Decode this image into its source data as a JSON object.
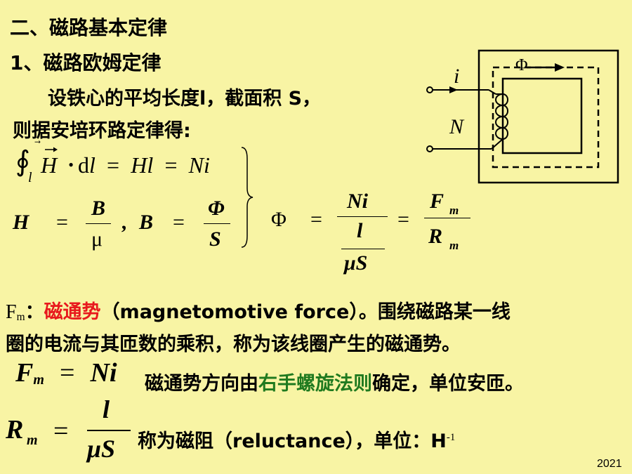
{
  "slide": {
    "section_title": "二、磁路基本定律",
    "subsection_title": "1、磁路欧姆定律",
    "intro_line1": "设铁心的平均长度l，截面积 S，",
    "intro_line2": "则据安培环路定律得:",
    "eq1": {
      "integral_sign": "∮",
      "integral_sub": "l",
      "vec_H": "H",
      "dot": "•",
      "d": "d",
      "l": "l",
      "eq": "=",
      "Hl": "Hl",
      "Ni": "Ni"
    },
    "eq2": {
      "H": "H",
      "eq": "=",
      "B_num": "B",
      "mu_den": "μ",
      "comma": ",",
      "B": "B",
      "Phi_num": "Φ",
      "S_den": "S"
    },
    "eq3": {
      "Phi": "Φ",
      "eq": "=",
      "Ni": "Ni",
      "l": "l",
      "muS": "μS",
      "F": "F",
      "m1": "m",
      "R": "R",
      "m2": "m"
    },
    "fm_def": {
      "label_F": "F",
      "label_sub": "m",
      "colon": "：",
      "term": "磁通势",
      "english": "（magnetomotive  force）。围绕磁路某一线",
      "line2": "圈的电流与其匝数的乘积，称为该线圈产生的磁通势。"
    },
    "fm_eq": {
      "F": "F",
      "sub": "m",
      "eq": "=",
      "Ni": "Ni",
      "text_before": "磁通势方向由",
      "rule": "右手螺旋法则",
      "text_after": "确定，单位安匝。"
    },
    "rm_eq": {
      "R": "R",
      "sub": "m",
      "eq": "=",
      "l": "l",
      "muS": "μS",
      "text": "称为磁阻（reluctance），单位：H",
      "sup": "-1"
    },
    "diagram": {
      "current_label": "i",
      "turns_label": "N",
      "flux_label": "Φ"
    },
    "footer_year": "2021",
    "colors": {
      "background": "#f8f4a4",
      "term_red": "#e8191d",
      "rule_green": "#1f7a1f"
    }
  }
}
